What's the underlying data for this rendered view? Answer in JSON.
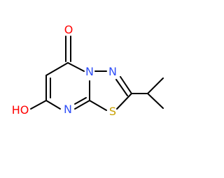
{
  "colors": {
    "bond": "#000000",
    "oxygen": "#ff0000",
    "nitrogen": "#3050f8",
    "sulfur": "#c8a000",
    "background": "#ffffff"
  },
  "atoms": {
    "carbonyl_oxygen": "O",
    "n4": "N",
    "n3": "N",
    "n8": "N",
    "sulfur": "S",
    "hydroxyl": "HO"
  }
}
